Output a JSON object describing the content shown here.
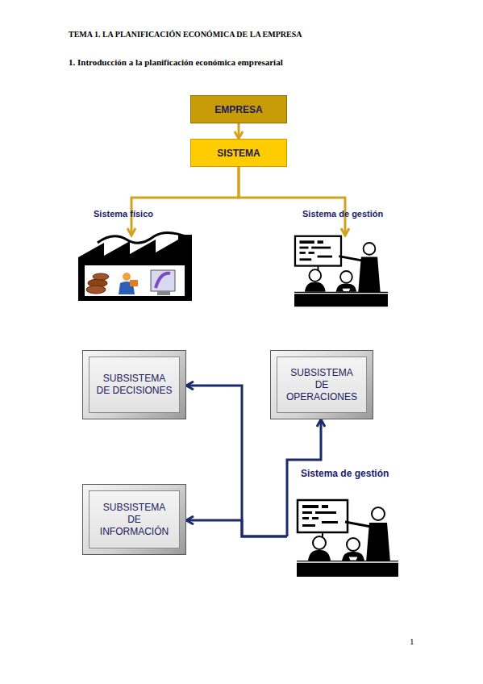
{
  "diagram": {
    "title": "TEMA 1. LA PLANIFICACIÓN ECONÓMICA DE LA EMPRESA",
    "nodes": [
      {
        "text": [
          "EMPRESA"
        ]
      },
      {
        "text": [
          "SISTEMA"
        ]
      },
      {
        "text": [
          "Sistema físico"
        ]
      },
      {
        "text": [
          "Sistema de gestión"
        ]
      },
      {
        "text": [
          "SUBSISTEMA DE DECISIONES"
        ]
      },
      {
        "text": [
          "SUBSISTEMA DE OPERACIONES"
        ]
      },
      {
        "text": [
          "SUBSISTEMA DE INFORMACIÓN"
        ]
      },
      {
        "text": [
          "Sistema de gestión"
        ]
      }
    ],
    "edges": [
      {
        "from": 0,
        "to": 1,
        "arrow": "to"
      },
      {
        "from": 1,
        "to": 2,
        "arrow": "to"
      },
      {
        "from": 1,
        "to": 3,
        "arrow": "to"
      },
      {
        "from": 7,
        "to": 4,
        "arrow": "to"
      },
      {
        "from": 7,
        "to": 5,
        "arrow": "to"
      },
      {
        "from": 7,
        "to": 6,
        "arrow": "to"
      }
    ],
    "labels": [
      "1. Introducción a la planificación económica empresarial",
      "1"
    ]
  }
}
